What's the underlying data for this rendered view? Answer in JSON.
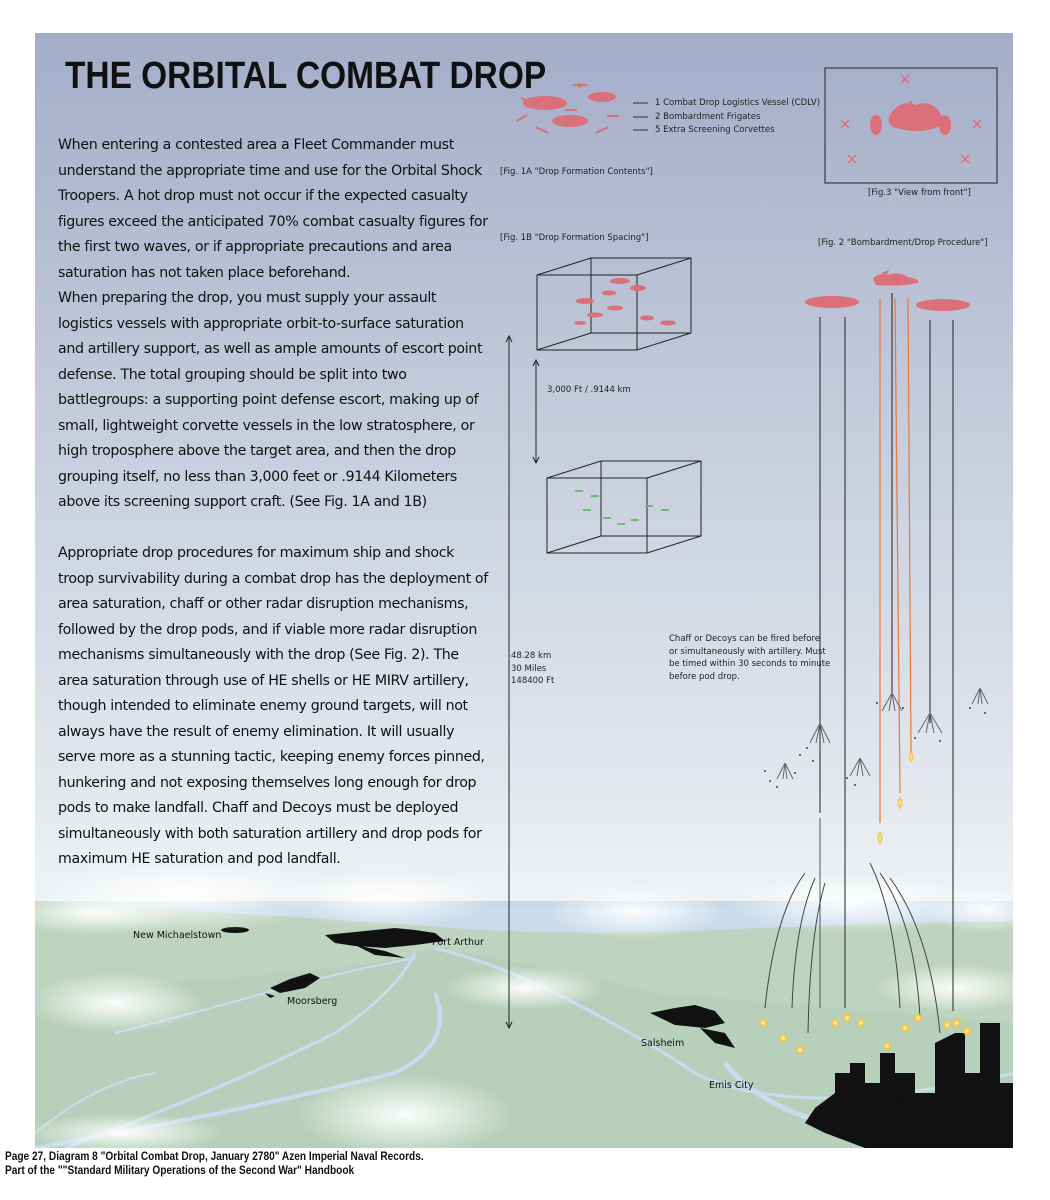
{
  "title": "THE ORBITAL COMBAT DROP",
  "paragraphs": [
    "When entering a contested area a Fleet Commander must understand the appropriate time and use for the Orbital Shock Troopers. A hot drop must not occur if the expected casualty figures exceed the anticipated 70% combat casualty figures for the first two waves, or if appropriate precautions and area saturation has not taken place beforehand.",
    "When preparing the drop, you must supply your assault logistics vessels with appropriate orbit-to-surface saturation and artillery support, as well as ample amounts of escort point defense. The total grouping should be split into two battlegroups: a supporting point defense escort, making up of small, lightweight corvette vessels in the low stratosphere, or high troposphere above the target area, and then the drop grouping itself, no less than 3,000 feet or .9144 Kilometers above its screening support craft. (See Fig. 1A and 1B)",
    "Appropriate drop procedures for maximum ship and shock troop survivability during a combat drop has the deployment of area saturation, chaff or other radar disruption mechanisms, followed by the drop pods, and if viable more radar disruption mechanisms simultaneously with the drop (See Fig. 2). The area saturation through use of HE shells or HE MIRV artillery, though intended to eliminate enemy ground targets, will not always have the result of enemy elimination. It will usually serve more as a stunning tactic, keeping enemy forces pinned, hunkering and not exposing themselves long enough for drop pods to make landfall. Chaff and Decoys must be deployed simultaneously with both saturation artillery and drop pods for maximum HE saturation and pod landfall."
  ],
  "legend": [
    "1 Combat Drop Logistics Vessel (CDLV)",
    "2 Bombardment Frigates",
    "5 Extra Screening Corvettes"
  ],
  "figures": {
    "fig1a": "[Fig. 1A \"Drop Formation Contents\"]",
    "fig1b": "[Fig. 1B \"Drop Formation Spacing\"]",
    "fig2": "[Fig. 2 \"Bombardment/Drop Procedure\"]",
    "fig3": "[Fig.3 \"View from front\"]"
  },
  "spacing_label": "3,000 Ft / .9144 km",
  "altitude_label": "48.28 km\n30 Miles\n148400 Ft",
  "chaff_note": "Chaff or Decoys can be fired before\nor simultaneously with artillery. Must\nbe timed within 30 seconds to minute\nbefore pod drop.",
  "cities": [
    "New Michaelstown",
    "Port Arthur",
    "Moorsberg",
    "Salsheim",
    "Emis City"
  ],
  "footer": [
    "Page 27, Diagram 8 \"Orbital Combat Drop, January 2780\" Azen Imperial Naval Records.",
    "Part of the \"\"Standard Military Operations of the Second War\" Handbook"
  ],
  "colors": {
    "ship_red": "#d9707a",
    "escort_green": "#6fb77a",
    "land": "#b9d3bf",
    "sea": "#c9dcea",
    "artillery_orange": "#e8783c",
    "flash_yellow": "#f6c443"
  }
}
